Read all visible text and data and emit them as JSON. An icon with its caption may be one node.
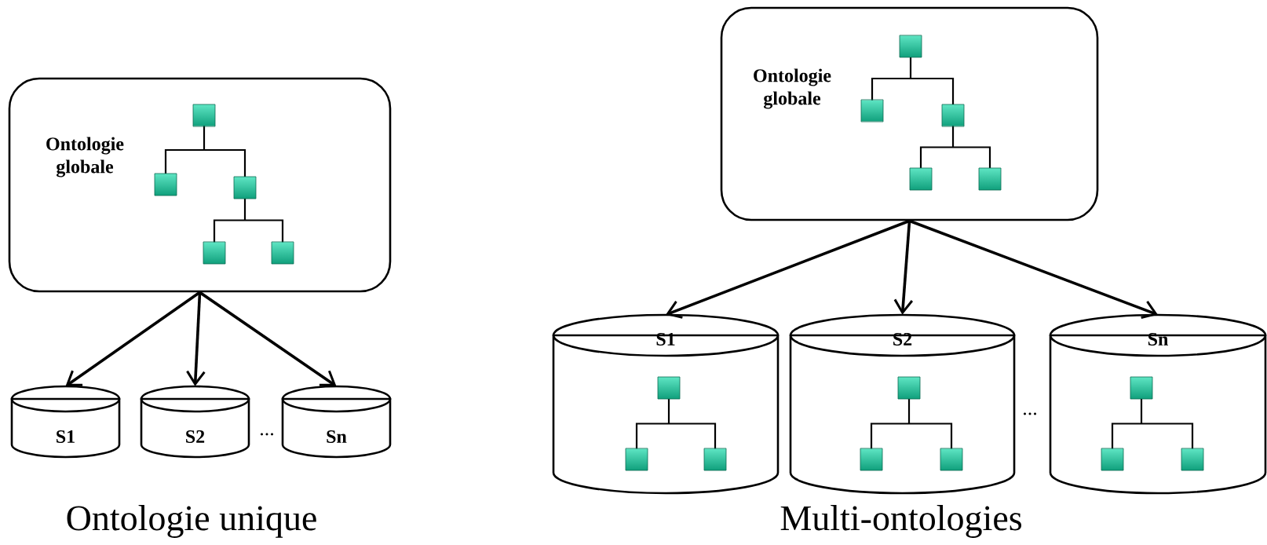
{
  "diagram": {
    "nodes": [
      {
        "text": [
          "Ontologie globale"
        ]
      },
      {
        "text": [
          "S1"
        ]
      },
      {
        "text": [
          "S2"
        ]
      },
      {
        "text": [
          "Sn"
        ]
      },
      {
        "text": [
          "Ontologie globale"
        ]
      },
      {
        "text": [
          "S1"
        ]
      },
      {
        "text": [
          "S2"
        ]
      },
      {
        "text": [
          "Sn"
        ]
      }
    ],
    "edges": [
      {
        "from": 0,
        "to": 1,
        "arrow": "to"
      },
      {
        "from": 0,
        "to": 2,
        "arrow": "to"
      },
      {
        "from": 0,
        "to": 3,
        "arrow": "to"
      },
      {
        "from": 4,
        "to": 5,
        "arrow": "to"
      },
      {
        "from": 4,
        "to": 6,
        "arrow": "to"
      },
      {
        "from": 4,
        "to": 7,
        "arrow": "to"
      }
    ],
    "labels": [
      "...",
      "Ontologie unique",
      "...",
      "Multi-ontologies"
    ]
  }
}
